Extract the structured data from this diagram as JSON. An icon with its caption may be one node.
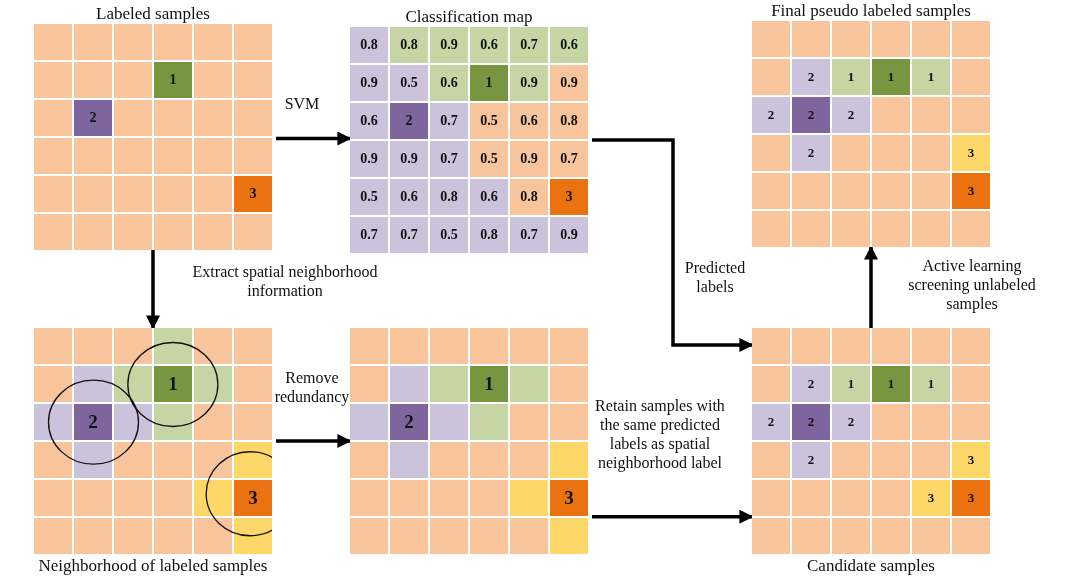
{
  "diagram": {
    "nodes": [
      {
        "text": [
          "Labeled samples"
        ]
      },
      {
        "text": [
          "Classification map"
        ]
      },
      {
        "text": [
          "Final pseudo labeled samples"
        ]
      },
      {
        "text": [
          "Neighborhood of labeled samples"
        ]
      },
      {
        "text": [],
        "shape": "box"
      },
      {
        "text": [
          "Candidate samples"
        ]
      }
    ],
    "edges": [
      {
        "from": 0,
        "to": 1,
        "arrow": "to",
        "label": "SVM"
      },
      {
        "from": 0,
        "to": 3,
        "arrow": "to",
        "label": "Extract spatial neighborhood information"
      },
      {
        "from": 3,
        "to": 4,
        "arrow": "to",
        "label": "Remove redundancy"
      },
      {
        "from": 1,
        "to": 5,
        "arrow": "to",
        "label": "Predicted labels"
      },
      {
        "from": 4,
        "to": 5,
        "arrow": "to",
        "label": "Retain samples with the same predicted labels as spatial neighborhood label"
      },
      {
        "from": 5,
        "to": 2,
        "arrow": "to",
        "label": "Active learning screening unlabeled samples"
      }
    ],
    "labels": [
      "1",
      "2",
      "3",
      "0.8",
      "0.8",
      "0.9",
      "0.6",
      "0.7",
      "0.6",
      "0.9",
      "0.5",
      "0.6",
      "1",
      "0.9",
      "0.9",
      "0.6",
      "2",
      "0.7",
      "0.5",
      "0.6",
      "0.8",
      "0.9",
      "0.9",
      "0.7",
      "0.5",
      "0.9",
      "0.7",
      "0.5",
      "0.6",
      "0.8",
      "0.6",
      "0.8",
      "3",
      "0.7",
      "0.7",
      "0.5",
      "0.8",
      "0.7",
      "0.9",
      "2",
      "1",
      "1",
      "1",
      "2",
      "2",
      "2",
      "2",
      "3",
      "3",
      "1",
      "2",
      "3",
      "1",
      "2",
      "3",
      "2",
      "1",
      "1",
      "1",
      "2",
      "2",
      "2",
      "2",
      "3",
      "3",
      "3"
    ]
  }
}
